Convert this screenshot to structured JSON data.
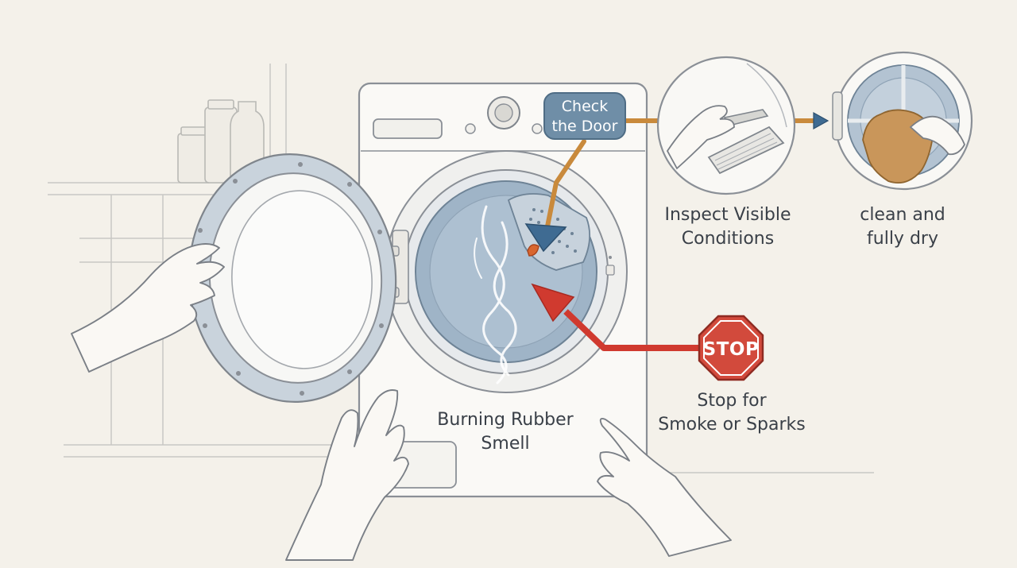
{
  "labels": {
    "check_door": [
      "Check",
      "the Door"
    ],
    "inspect": [
      "Inspect Visible",
      "Conditions"
    ],
    "clean_dry": [
      "clean and",
      "fully dry"
    ],
    "burning": [
      "Burning Rubber",
      "Smell"
    ],
    "stop_caption": [
      "Stop for",
      "Smoke or Sparks"
    ],
    "stop_sign": "STOP"
  },
  "colors": {
    "background": "#f4f1ea",
    "line": "#8a8f96",
    "drum": "#9fb4c7",
    "badge": "#6f8ea7",
    "orange_arrow": "#c98a3c",
    "red_arrow": "#d03a2f",
    "stop_sign": "#d24a3c",
    "towel": "#c9965a"
  },
  "icons": [
    "washer-icon",
    "hand-icon",
    "smoke-icon",
    "stop-sign-icon",
    "lint-filter-icon",
    "towel-icon"
  ]
}
